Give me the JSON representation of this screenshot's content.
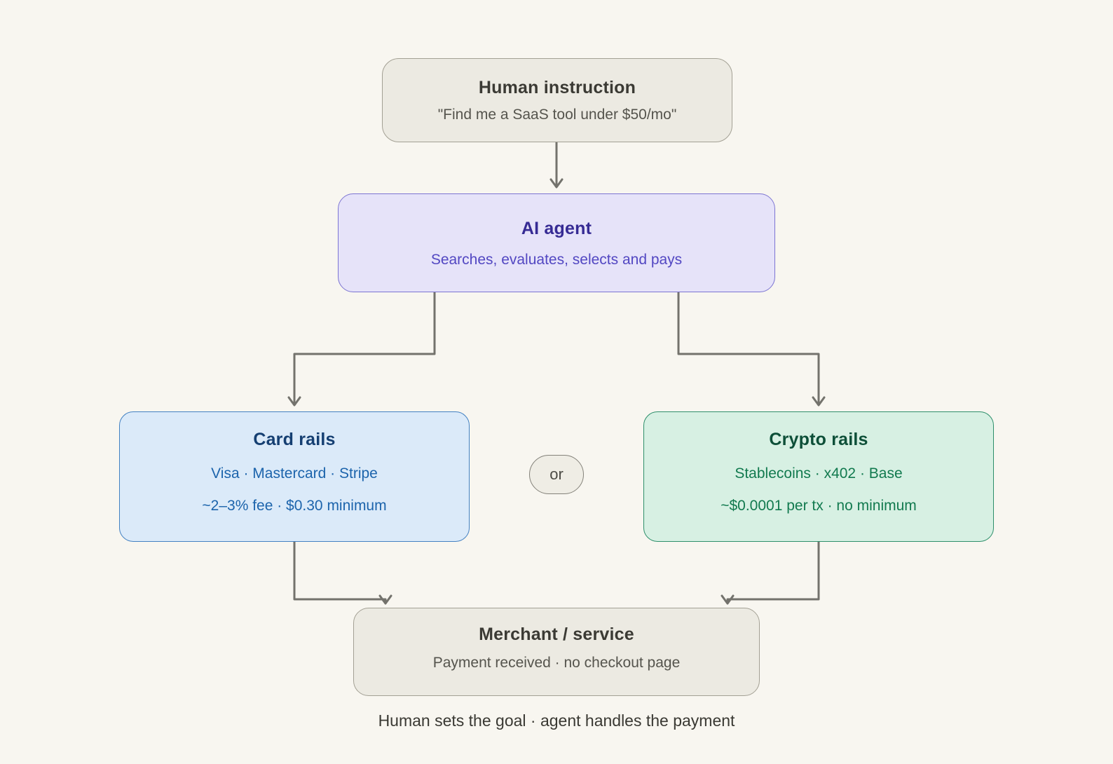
{
  "diagram": {
    "background_color": "#f8f6f0",
    "connector_color": "#73726c"
  },
  "nodes": {
    "human": {
      "title": "Human instruction",
      "subtitle": "\"Find me a SaaS tool under $50/mo\"",
      "bg": "#eceae2",
      "border": "#a3a094"
    },
    "agent": {
      "title": "AI agent",
      "subtitle": "Searches, evaluates, selects and pays",
      "bg": "#e6e3f9",
      "border": "#7c74d2",
      "title_color": "#362b94"
    },
    "card": {
      "title": "Card rails",
      "line1": "Visa · Mastercard · Stripe",
      "line2": "~2–3% fee · $0.30 minimum",
      "bg": "#dbeaf9",
      "border": "#4381c2",
      "title_color": "#153f72"
    },
    "crypto": {
      "title": "Crypto rails",
      "line1": "Stablecoins · x402 · Base",
      "line2": "~$0.0001 per tx · no minimum",
      "bg": "#d7f0e3",
      "border": "#2e8f6b",
      "title_color": "#0d4f38"
    },
    "merchant": {
      "title": "Merchant / service",
      "subtitle": "Payment received · no checkout page",
      "bg": "#eceae2",
      "border": "#a3a094"
    },
    "or": {
      "label": "or"
    }
  },
  "edges": [
    {
      "from": "human",
      "to": "agent"
    },
    {
      "from": "agent",
      "to": "card"
    },
    {
      "from": "agent",
      "to": "crypto"
    },
    {
      "from": "card",
      "to": "merchant"
    },
    {
      "from": "crypto",
      "to": "merchant"
    }
  ],
  "caption": "Human sets the goal · agent handles the payment"
}
